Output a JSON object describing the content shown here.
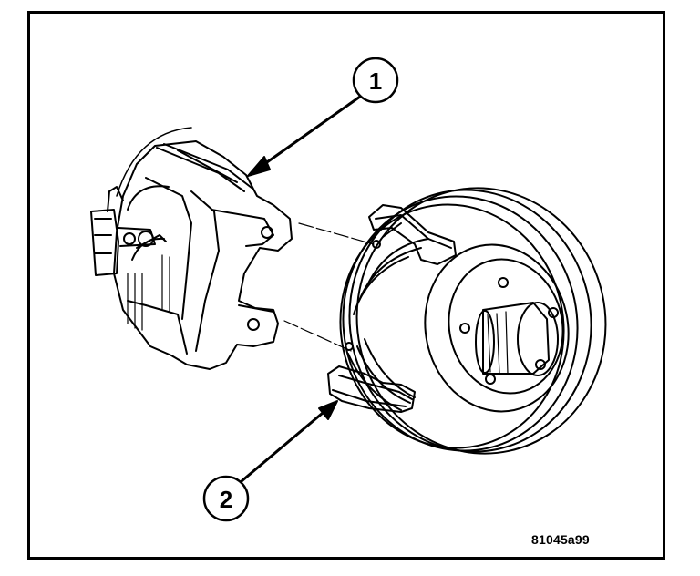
{
  "figure": {
    "code": "81045a99",
    "callouts": [
      {
        "number": "1"
      },
      {
        "number": "2"
      }
    ]
  },
  "colors": {
    "ink": "#000000",
    "paper": "#ffffff"
  }
}
